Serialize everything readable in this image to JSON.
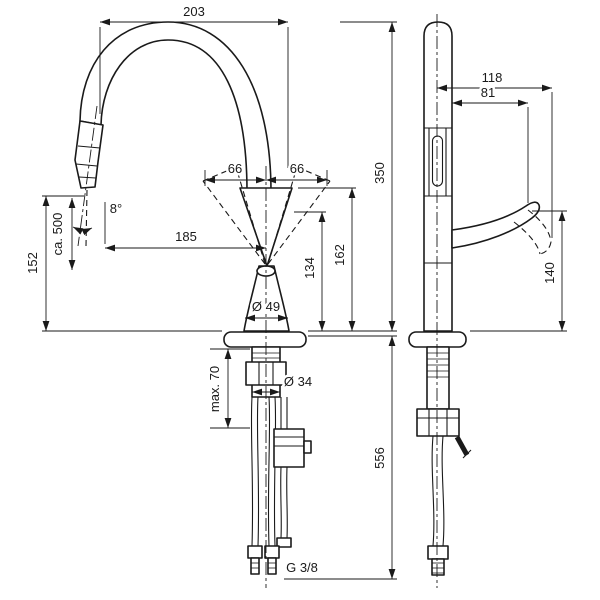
{
  "drawing": {
    "background": "#ffffff",
    "line_color": "#1a1a1a"
  },
  "dims": {
    "top_width": "203",
    "swing_left": "66",
    "swing_right": "66",
    "reach": "185",
    "hose_length": "ca. 500",
    "outlet_height": "152",
    "spray_angle": "8°",
    "body_dia": "Ø 49",
    "aux_height": "134",
    "spout_height": "162",
    "total_height": "350",
    "hose_drop": "556",
    "max_thickness": "max. 70",
    "shank_dia": "Ø 34",
    "thread": "G 3/8",
    "handle_reach": "118",
    "handle_proj": "81",
    "handle_height": "140"
  }
}
